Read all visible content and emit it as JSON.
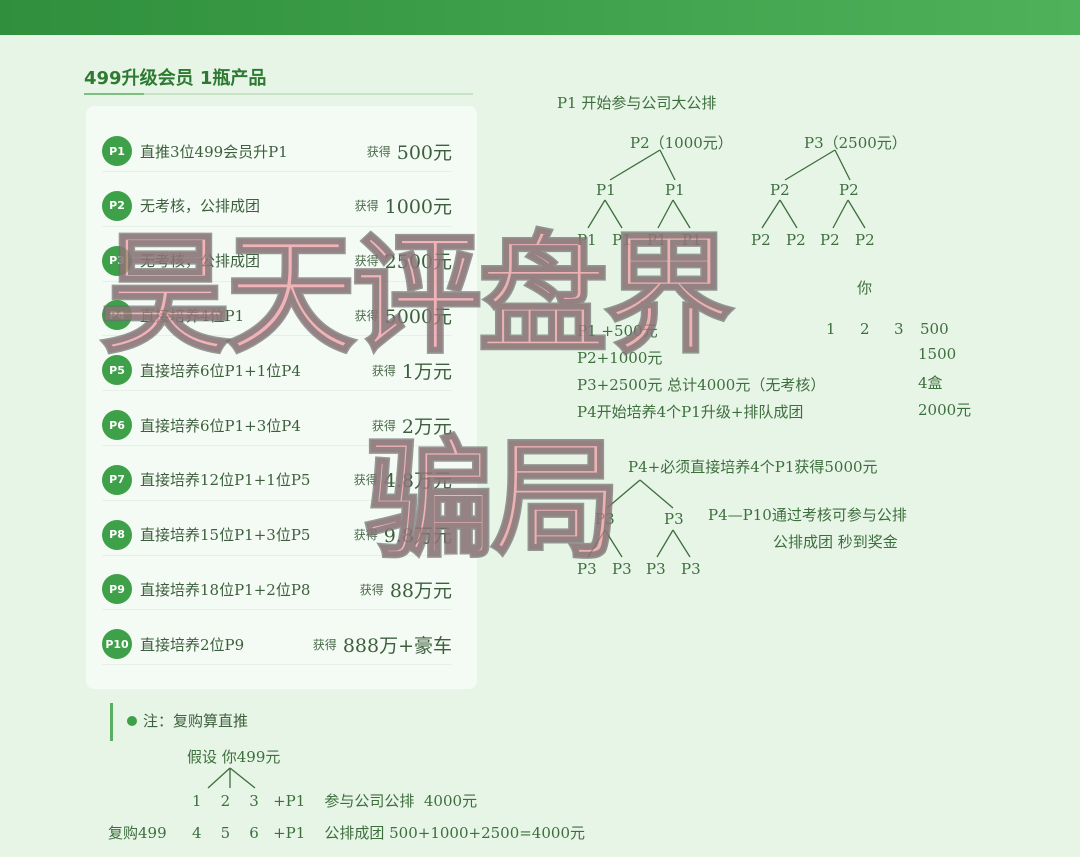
{
  "header": {
    "title": "499升级会员 1瓶产品"
  },
  "levels": [
    {
      "badge": "P1",
      "desc": "直推3位499会员升P1",
      "get": "获得",
      "amount": "500元"
    },
    {
      "badge": "P2",
      "desc": "无考核，公排成团",
      "get": "获得",
      "amount": "1000元"
    },
    {
      "badge": "P3",
      "desc": "无考核，公排成团",
      "get": "获得",
      "amount": "2500元"
    },
    {
      "badge": "P4",
      "desc": "直接培养4位P1",
      "get": "获得",
      "amount": "5000元"
    },
    {
      "badge": "P5",
      "desc": "直接培养6位P1+1位P4",
      "get": "获得",
      "amount": "1万元"
    },
    {
      "badge": "P6",
      "desc": "直接培养6位P1+3位P4",
      "get": "获得",
      "amount": "2万元"
    },
    {
      "badge": "P7",
      "desc": "直接培养12位P1+1位P5",
      "get": "获得",
      "amount": "4.8万元"
    },
    {
      "badge": "P8",
      "desc": "直接培养15位P1+3位P5",
      "get": "获得",
      "amount": "9.8万元"
    },
    {
      "badge": "P9",
      "desc": "直接培养18位P1+2位P8",
      "get": "获得",
      "amount": "88万元"
    },
    {
      "badge": "P10",
      "desc": "直接培养2位P9",
      "get": "获得",
      "amount": "888万+豪车"
    }
  ],
  "diagram": {
    "heading": "P1 开始参与公司大公排",
    "p2root": "P2（1000元）",
    "p3root": "P3（2500元）",
    "mid": [
      "P1",
      "P1",
      "P2",
      "P2"
    ],
    "leaves": [
      "P1",
      "P1",
      "P1",
      "P1",
      "P2",
      "P2",
      "P2",
      "P2"
    ],
    "you": "你",
    "lines": [
      "P1 +500元",
      "P2+1000元",
      "P3+2500元  总计4000元（无考核）",
      "P4开始培养4个P1升级+排队成团"
    ],
    "nums": [
      "1",
      "2",
      "3",
      "500"
    ],
    "side": [
      "1500",
      "4盒",
      "2000元"
    ],
    "p4title": "P4+必须直接培养4个P1获得5000元",
    "p3mid": [
      "P3",
      "P3"
    ],
    "p3leaves": [
      "P3",
      "P3",
      "P3",
      "P3"
    ],
    "p4note1": "P4—P10通过考核可参与公排",
    "p4note2": "公排成团 秒到奖金"
  },
  "note": {
    "text": "注：复购算直推"
  },
  "example": {
    "top": "假设 你499元",
    "row1": "1    2    3   +P1    参与公司公排  4000元",
    "row2_label": "复购499",
    "row2": "4    5    6   +P1    公排成团 500+1000+2500=4000元"
  },
  "watermark": {
    "line1": "昊天评盘界",
    "line2": "骗局"
  }
}
